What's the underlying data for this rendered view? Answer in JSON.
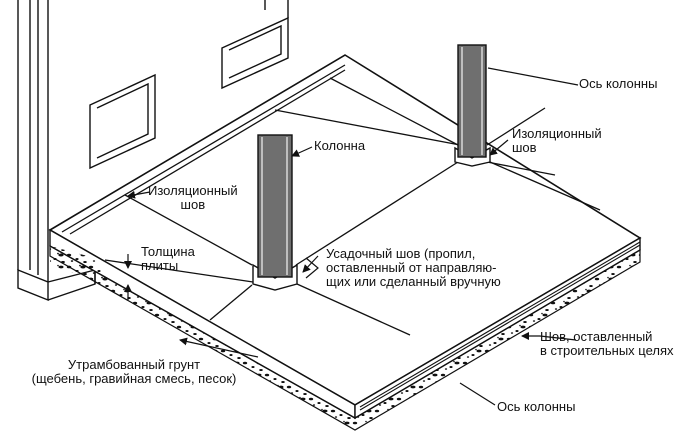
{
  "labels": {
    "column": "Колонна",
    "column_axis_top": "Ось колонны",
    "isolation_joint_right_line1": "Изоляционный",
    "isolation_joint_right_line2": "шов",
    "isolation_joint_left_line1": "Изоляционный",
    "isolation_joint_left_line2": "шов",
    "slab_thickness_line1": "Толщина",
    "slab_thickness_line2": "плиты",
    "shrinkage_joint_line1": "Усадочный шов (пропил,",
    "shrinkage_joint_line2": "оставленный от направляю-",
    "shrinkage_joint_line3": "щих или сделанный вручную",
    "construction_joint_line1": "Шов, оставленный",
    "construction_joint_line2": "в строительных целях",
    "compacted_soil_line1": "Утрамбованный грунт",
    "compacted_soil_line2": "(щебень, гравийная смесь, песок)",
    "column_axis_bottom": "Ось колонны"
  },
  "colors": {
    "line": "#111111",
    "column_fill": "#6f6f6f",
    "column_edge": "#d8d8d8",
    "soil_fill": "#ffffff",
    "background": "#ffffff"
  }
}
